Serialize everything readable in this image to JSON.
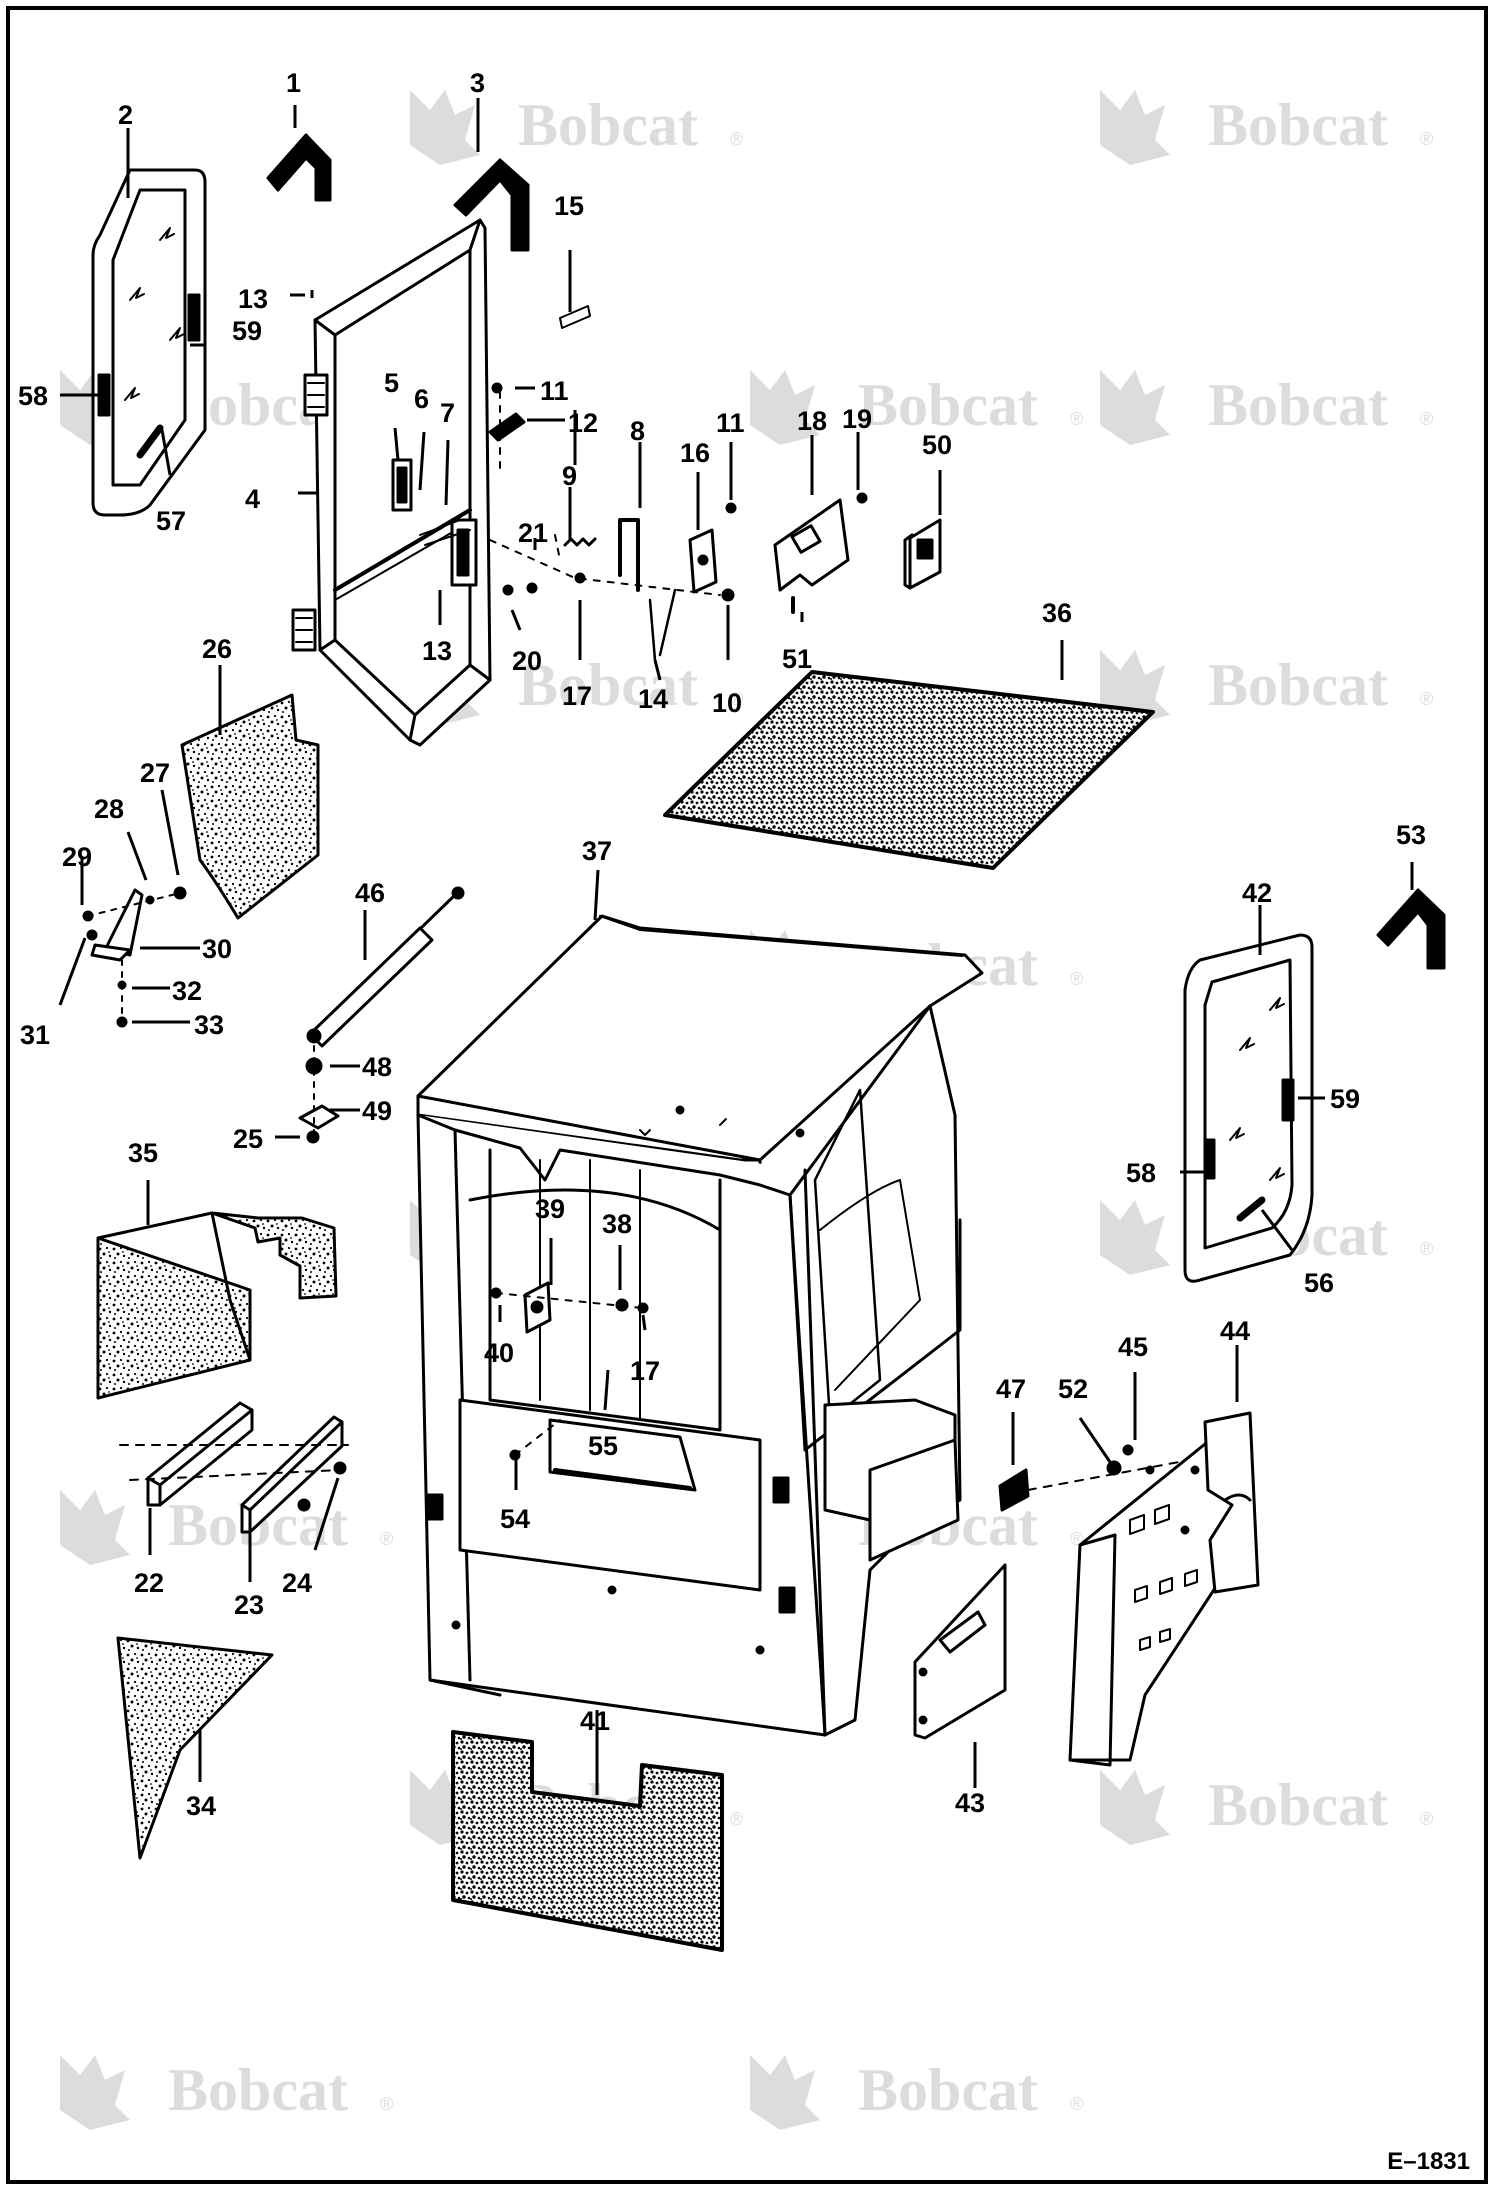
{
  "watermark": {
    "text": "Bobcat",
    "reg": "®"
  },
  "figure_ref": "E–1831",
  "callouts": [
    "1",
    "2",
    "3",
    "4",
    "5",
    "6",
    "7",
    "8",
    "9",
    "10",
    "11",
    "12",
    "13",
    "14",
    "15",
    "16",
    "17",
    "18",
    "19",
    "20",
    "21",
    "22",
    "23",
    "24",
    "25",
    "26",
    "27",
    "28",
    "29",
    "30",
    "31",
    "32",
    "33",
    "34",
    "35",
    "36",
    "37",
    "38",
    "39",
    "40",
    "41",
    "42",
    "43",
    "44",
    "45",
    "46",
    "47",
    "48",
    "49",
    "50",
    "51",
    "52",
    "53",
    "54",
    "55",
    "56",
    "57",
    "58",
    "59"
  ],
  "colors": {
    "line": "#000000",
    "fill": "#ffffff",
    "watermark": "#dcdcdc"
  }
}
